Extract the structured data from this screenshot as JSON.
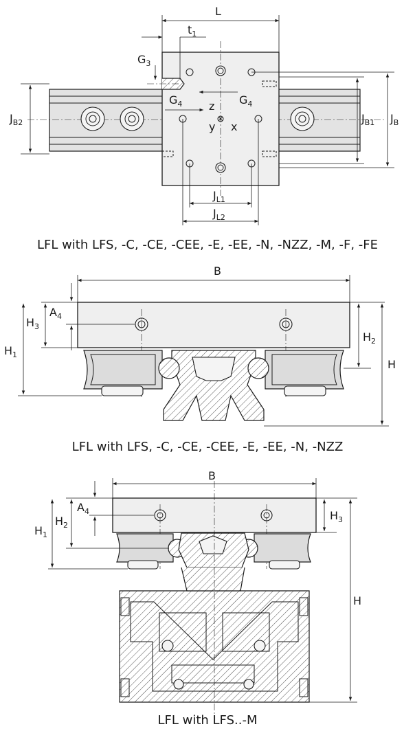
{
  "views": [
    {
      "caption": "LFL with LFS, -C, -CE, -CEE, -E, -EE, -N, -NZZ, -M, -F, -FE",
      "labels": {
        "L": "L",
        "t1": "t",
        "t1_sub": "1",
        "G3": "G",
        "G3_sub": "3",
        "G4a": "G",
        "G4a_sub": "4",
        "G4b": "G",
        "G4b_sub": "4",
        "z": "z",
        "y": "y",
        "x": "x",
        "JB2": "J",
        "JB2_sub": "B2",
        "JB1": "J",
        "JB1_sub": "B1",
        "JB": "J",
        "JB_sub": "B",
        "JL1": "J",
        "JL1_sub": "L1",
        "JL2": "J",
        "JL2_sub": "L2"
      }
    },
    {
      "caption": "LFL with LFS, -C, -CE, -CEE, -E, -EE, -N, -NZZ",
      "labels": {
        "B": "B",
        "A4": "A",
        "A4_sub": "4",
        "H3": "H",
        "H3_sub": "3",
        "H1": "H",
        "H1_sub": "1",
        "H2": "H",
        "H2_sub": "2",
        "H": "H"
      }
    },
    {
      "caption": "LFL with LFS..-M",
      "labels": {
        "B": "B",
        "A4": "A",
        "A4_sub": "4",
        "H1": "H",
        "H1_sub": "1",
        "H2": "H",
        "H2_sub": "2",
        "H3": "H",
        "H3_sub": "3",
        "H": "H"
      }
    }
  ]
}
